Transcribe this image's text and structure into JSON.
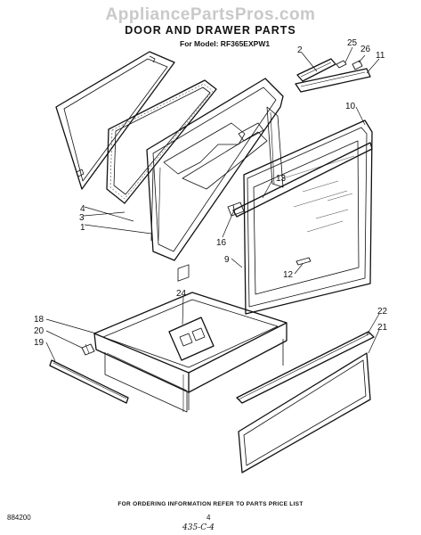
{
  "watermark": "AppliancePartsPros.com",
  "title": "DOOR AND DRAWER PARTS",
  "model": "For Model: RF365EXPW1",
  "footer_note": "FOR ORDERING INFORMATION REFER TO PARTS PRICE LIST",
  "doc_number": "884200",
  "page_number": "4",
  "handwritten_note": "435-C-4",
  "callouts": {
    "c1": "1",
    "c2": "2",
    "c3": "3",
    "c4": "4",
    "c9": "9",
    "c10": "10",
    "c11": "11",
    "c12": "12",
    "c13": "13",
    "c16": "16",
    "c18": "18",
    "c19": "19",
    "c20": "20",
    "c21": "21",
    "c22": "22",
    "c24": "24",
    "c25": "25",
    "c26": "26"
  }
}
